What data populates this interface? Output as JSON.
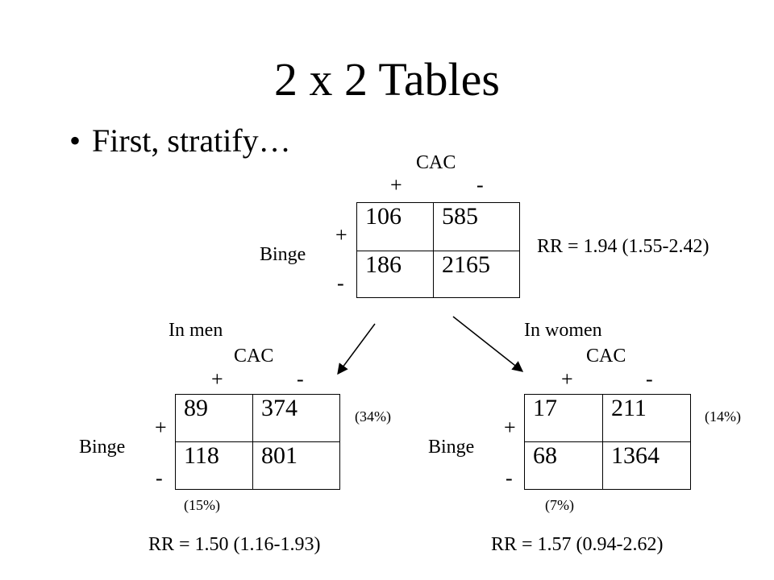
{
  "title": "2 x 2 Tables",
  "bullet": "First, stratify…",
  "overall": {
    "column_header": "CAC",
    "col_plus": "+",
    "col_minus": "-",
    "row_header": "Binge",
    "row_plus": "+",
    "row_minus": "-",
    "cells": [
      [
        "106",
        "585"
      ],
      [
        "186",
        "2165"
      ]
    ],
    "rr": "RR = 1.94 (1.55-2.42)"
  },
  "men": {
    "label": "In men",
    "column_header": "CAC",
    "col_plus": "+",
    "col_minus": "-",
    "row_header": "Binge",
    "row_plus": "+",
    "row_minus": "-",
    "cells": [
      [
        "89",
        "374"
      ],
      [
        "118",
        "801"
      ]
    ],
    "pct_exposed": "(34%)",
    "pct_unexposed": "(15%)",
    "rr": "RR = 1.50 (1.16-1.93)"
  },
  "women": {
    "label": "In women",
    "column_header": "CAC",
    "col_plus": "+",
    "col_minus": "-",
    "row_header": "Binge",
    "row_plus": "+",
    "row_minus": "-",
    "cells": [
      [
        "17",
        "211"
      ],
      [
        "68",
        "1364"
      ]
    ],
    "pct_exposed": "(14%)",
    "pct_unexposed": "(7%)",
    "rr": "RR = 1.57 (0.94-2.62)"
  }
}
